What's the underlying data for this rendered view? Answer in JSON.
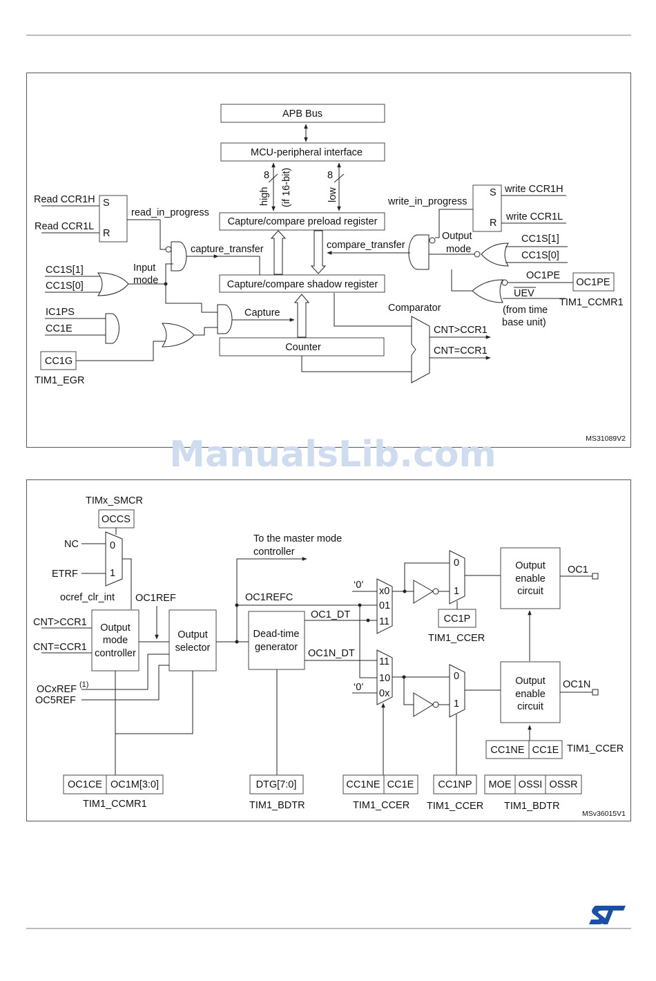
{
  "watermark": "ManualsLib.com",
  "figure1": {
    "id": "MS31089V2",
    "blocks": {
      "apb_bus": "APB Bus",
      "mcu_interface": "MCU-peripheral interface",
      "preload_register": "Capture/compare preload register",
      "shadow_register": "Capture/compare shadow register",
      "counter": "Counter",
      "oc1pe": "OC1PE",
      "cc1g": "CC1G"
    },
    "labels": {
      "high": "high",
      "if16": "(if 16-bit)",
      "low": "low",
      "eight_a": "8",
      "eight_b": "8",
      "read_ccr1h": "Read CCR1H",
      "read_ccr1l": "Read CCR1L",
      "s_left": "S",
      "r_left": "R",
      "read_in_progress": "read_in_progress",
      "capture_transfer": "capture_transfer",
      "cc1s1": "CC1S[1]",
      "cc1s0": "CC1S[0]",
      "input": "Input",
      "mode": "mode",
      "ic1ps": "IC1PS",
      "cc1e": "CC1E",
      "capture": "Capture",
      "tim1_egr": "TIM1_EGR",
      "write_in_progress": "write_in_progress",
      "s_right": "S",
      "r_right": "R",
      "write_ccr1h": "write CCR1H",
      "write_ccr1l": "write CCR1L",
      "output": "Output",
      "mode2": "mode",
      "compare_transfer": "compare_transfer",
      "cc1s1_r": "CC1S[1]",
      "cc1s0_r": "CC1S[0]",
      "oc1pe": "OC1PE",
      "uev": "UEV",
      "from_time": "(from time",
      "base_unit": "base unit)",
      "tim1_ccmr1": "TIM1_CCMR1",
      "comparator": "Comparator",
      "cnt_gt": "CNT>CCR1",
      "cnt_eq": "CNT=CCR1"
    }
  },
  "figure2": {
    "id": "MSv36015V1",
    "labels": {
      "timx_smcr": "TIMx_SMCR",
      "occs": "OCCS",
      "nc": "NC",
      "etrf": "ETRF",
      "mux0": "0",
      "mux1": "1",
      "ocref_clr_int": "ocref_clr_int",
      "oc1ref": "OC1REF",
      "to_master1": "To the master mode",
      "to_master2": "controller",
      "cnt_gt": "CNT>CCR1",
      "cnt_eq": "CNT=CCR1",
      "ocxref": "OCxREF",
      "ocxref_sup": "(1)",
      "oc5ref": "OC5REF",
      "output_mode_1": "Output",
      "output_mode_2": "mode",
      "output_mode_3": "controller",
      "output_sel_1": "Output",
      "output_sel_2": "selector",
      "oc1refc": "OC1REFC",
      "deadtime_1": "Dead-time",
      "deadtime_2": "generator",
      "oc1_dt": "OC1_DT",
      "oc1n_dt": "OC1N_DT",
      "q0_a": "‘0’",
      "q0_b": "‘0’",
      "x0": "x0",
      "s01": "01",
      "s11a": "11",
      "s11b": "11",
      "s10": "10",
      "s0x": "0x",
      "m0a": "0",
      "m1a": "1",
      "m0b": "0",
      "m1b": "1",
      "cc1p": "CC1P",
      "tim1_ccer_a": "TIM1_CCER",
      "oe1_1": "Output",
      "oe1_2": "enable",
      "oe1_3": "circuit",
      "oe2_1": "Output",
      "oe2_2": "enable",
      "oe2_3": "circuit",
      "oc1": "OC1",
      "oc1n": "OC1N",
      "cc1ne_r": "CC1NE",
      "cc1e_r": "CC1E",
      "tim1_ccer_r": "TIM1_CCER",
      "oc1ce": "OC1CE",
      "oc1m": "OC1M[3:0]",
      "tim1_ccmr1": "TIM1_CCMR1",
      "dtg": "DTG[7:0]",
      "tim1_bdtr_a": "TIM1_BDTR",
      "cc1ne_b": "CC1NE",
      "cc1e_b": "CC1E",
      "tim1_ccer_b": "TIM1_CCER",
      "cc1np": "CC1NP",
      "tim1_ccer_c": "TIM1_CCER",
      "moe": "MOE",
      "ossi": "OSSI",
      "ossr": "OSSR",
      "tim1_bdtr_b": "TIM1_BDTR"
    }
  },
  "logo": "ST"
}
